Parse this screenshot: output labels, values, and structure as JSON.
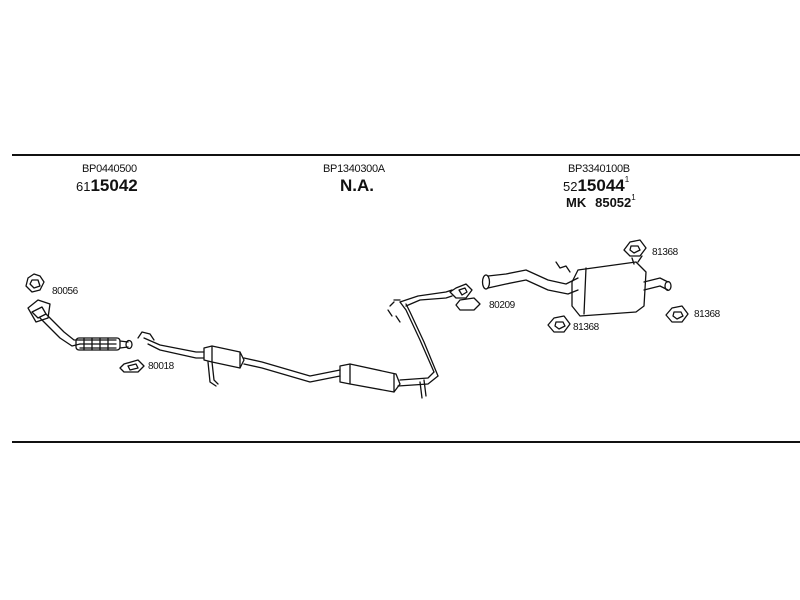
{
  "sections": [
    {
      "code": "BP0440500",
      "part_prefix": "61",
      "part_main": "15042"
    },
    {
      "code": "BP1340300A",
      "part_main": "N.A."
    },
    {
      "code": "BP3340100B",
      "part_prefix": "52",
      "part_main": "15044",
      "part_sup": "1",
      "alt_prefix": "MK",
      "alt_main": "85052",
      "alt_sup": "1"
    }
  ],
  "labels": {
    "l80056": "80056",
    "l80018": "80018",
    "l80209": "80209",
    "l81368_top": "81368",
    "l81368_left": "81368",
    "l81368_right": "81368"
  },
  "colors": {
    "line": "#111111",
    "background": "#ffffff"
  }
}
